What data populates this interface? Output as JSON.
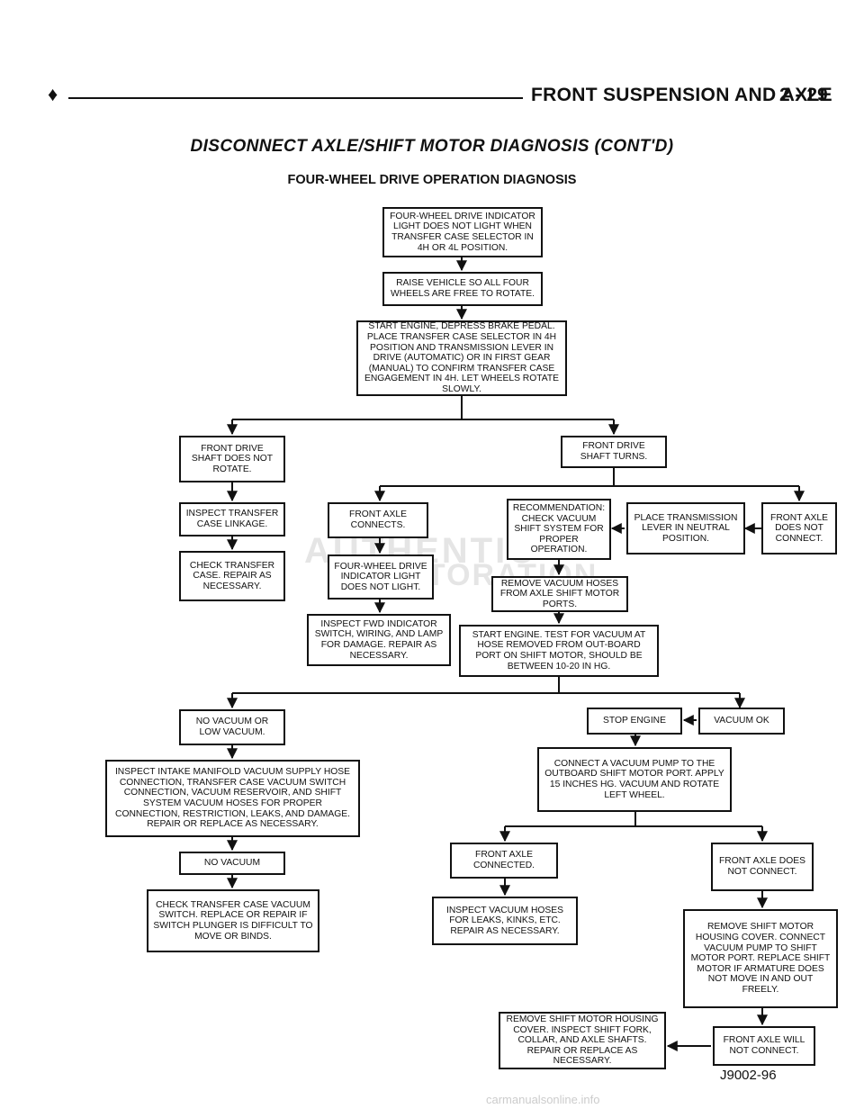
{
  "header": {
    "marker": "♦",
    "section_title": "FRONT SUSPENSION AND AXLE",
    "page_number": "2 - 29"
  },
  "title": "DISCONNECT AXLE/SHIFT MOTOR DIAGNOSIS (CONT'D)",
  "subtitle": "FOUR-WHEEL DRIVE OPERATION DIAGNOSIS",
  "boxes": {
    "b1": "FOUR-WHEEL DRIVE INDICATOR LIGHT DOES NOT LIGHT WHEN TRANSFER CASE SELECTOR IN 4H OR 4L POSITION.",
    "b2": "RAISE VEHICLE SO ALL FOUR WHEELS ARE FREE TO ROTATE.",
    "b3": "START ENGINE, DEPRESS BRAKE PEDAL. PLACE TRANSFER CASE SELECTOR IN 4H POSITION AND TRANSMISSION LEVER IN DRIVE (AUTOMATIC) OR IN FIRST GEAR (MANUAL) TO CONFIRM TRANSFER CASE ENGAGEMENT IN 4H. LET WHEELS ROTATE SLOWLY.",
    "b4": "FRONT DRIVE SHAFT DOES NOT ROTATE.",
    "b5": "FRONT DRIVE SHAFT TURNS.",
    "b6": "INSPECT TRANSFER CASE LINKAGE.",
    "b7": "CHECK TRANSFER CASE. REPAIR AS NECESSARY.",
    "b8": "FRONT AXLE CONNECTS.",
    "b9": "FOUR-WHEEL DRIVE INDICATOR LIGHT DOES NOT LIGHT.",
    "b10": "INSPECT FWD INDICATOR SWITCH, WIRING, AND LAMP FOR DAMAGE. REPAIR AS NECESSARY.",
    "b11": "RECOMMENDATION: CHECK VACUUM SHIFT SYSTEM FOR PROPER OPERATION.",
    "b12": "PLACE TRANSMISSION LEVER IN NEUTRAL POSITION.",
    "b13": "FRONT AXLE DOES NOT CONNECT.",
    "b14": "REMOVE VACUUM HOSES FROM AXLE SHIFT MOTOR PORTS.",
    "b15": "START ENGINE. TEST FOR VACUUM AT HOSE REMOVED FROM OUT-BOARD PORT ON SHIFT MOTOR, SHOULD BE BETWEEN 10-20 IN HG.",
    "b16": "NO VACUUM OR LOW VACUUM.",
    "b17": "STOP ENGINE",
    "b18": "VACUUM OK",
    "b19": "INSPECT INTAKE MANIFOLD VACUUM SUPPLY HOSE CONNECTION, TRANSFER CASE VACUUM SWITCH CONNECTION, VACUUM RESERVOIR, AND SHIFT SYSTEM VACUUM HOSES FOR PROPER CONNECTION, RESTRICTION, LEAKS, AND DAMAGE. REPAIR OR REPLACE AS NECESSARY.",
    "b20": "CONNECT A VACUUM PUMP TO THE OUTBOARD SHIFT MOTOR PORT. APPLY 15 INCHES HG. VACUUM AND ROTATE LEFT WHEEL.",
    "b21": "NO VACUUM",
    "b22": "FRONT AXLE CONNECTED.",
    "b23": "FRONT AXLE DOES NOT CONNECT.",
    "b24": "CHECK TRANSFER CASE VACUUM SWITCH. REPLACE OR REPAIR IF SWITCH PLUNGER IS DIFFICULT TO MOVE OR BINDS.",
    "b25": "INSPECT VACUUM HOSES FOR LEAKS, KINKS, ETC. REPAIR AS NECESSARY.",
    "b26": "REMOVE SHIFT MOTOR HOUSING COVER. CONNECT VACUUM PUMP TO SHIFT MOTOR PORT. REPLACE SHIFT MOTOR IF ARMATURE DOES NOT MOVE IN AND OUT FREELY.",
    "b27": "REMOVE SHIFT MOTOR HOUSING COVER. INSPECT SHIFT FORK, COLLAR, AND AXLE SHAFTS. REPAIR OR REPLACE AS NECESSARY.",
    "b28": "FRONT AXLE WILL NOT CONNECT."
  },
  "figure_ref": "J9002-96",
  "watermark": {
    "line1": "AUTHENTIC",
    "line2": "RESTORATION"
  },
  "footer": "carmanualsonline.info"
}
